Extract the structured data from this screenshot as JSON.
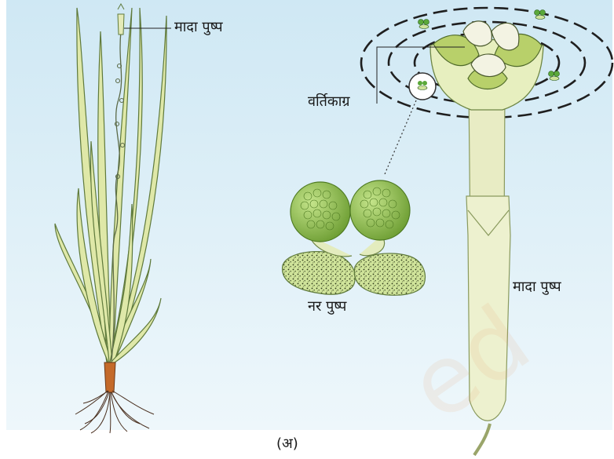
{
  "labels": {
    "female_flower_top": "मादा पुष्प",
    "stigma": "वर्तिकाग्र",
    "male_flower": "नर पुष्प",
    "female_flower_right": "मादा पुष्प",
    "caption": "(अ)"
  },
  "colors": {
    "background_top": "#cfe8f4",
    "background_bottom": "#eef7fb",
    "leaf": "#dfe8a8",
    "leaf_outline": "#5f7a3c",
    "pollen": "#8fc24a",
    "stalk": "#e8ecc4",
    "roots": "#4a3020"
  }
}
